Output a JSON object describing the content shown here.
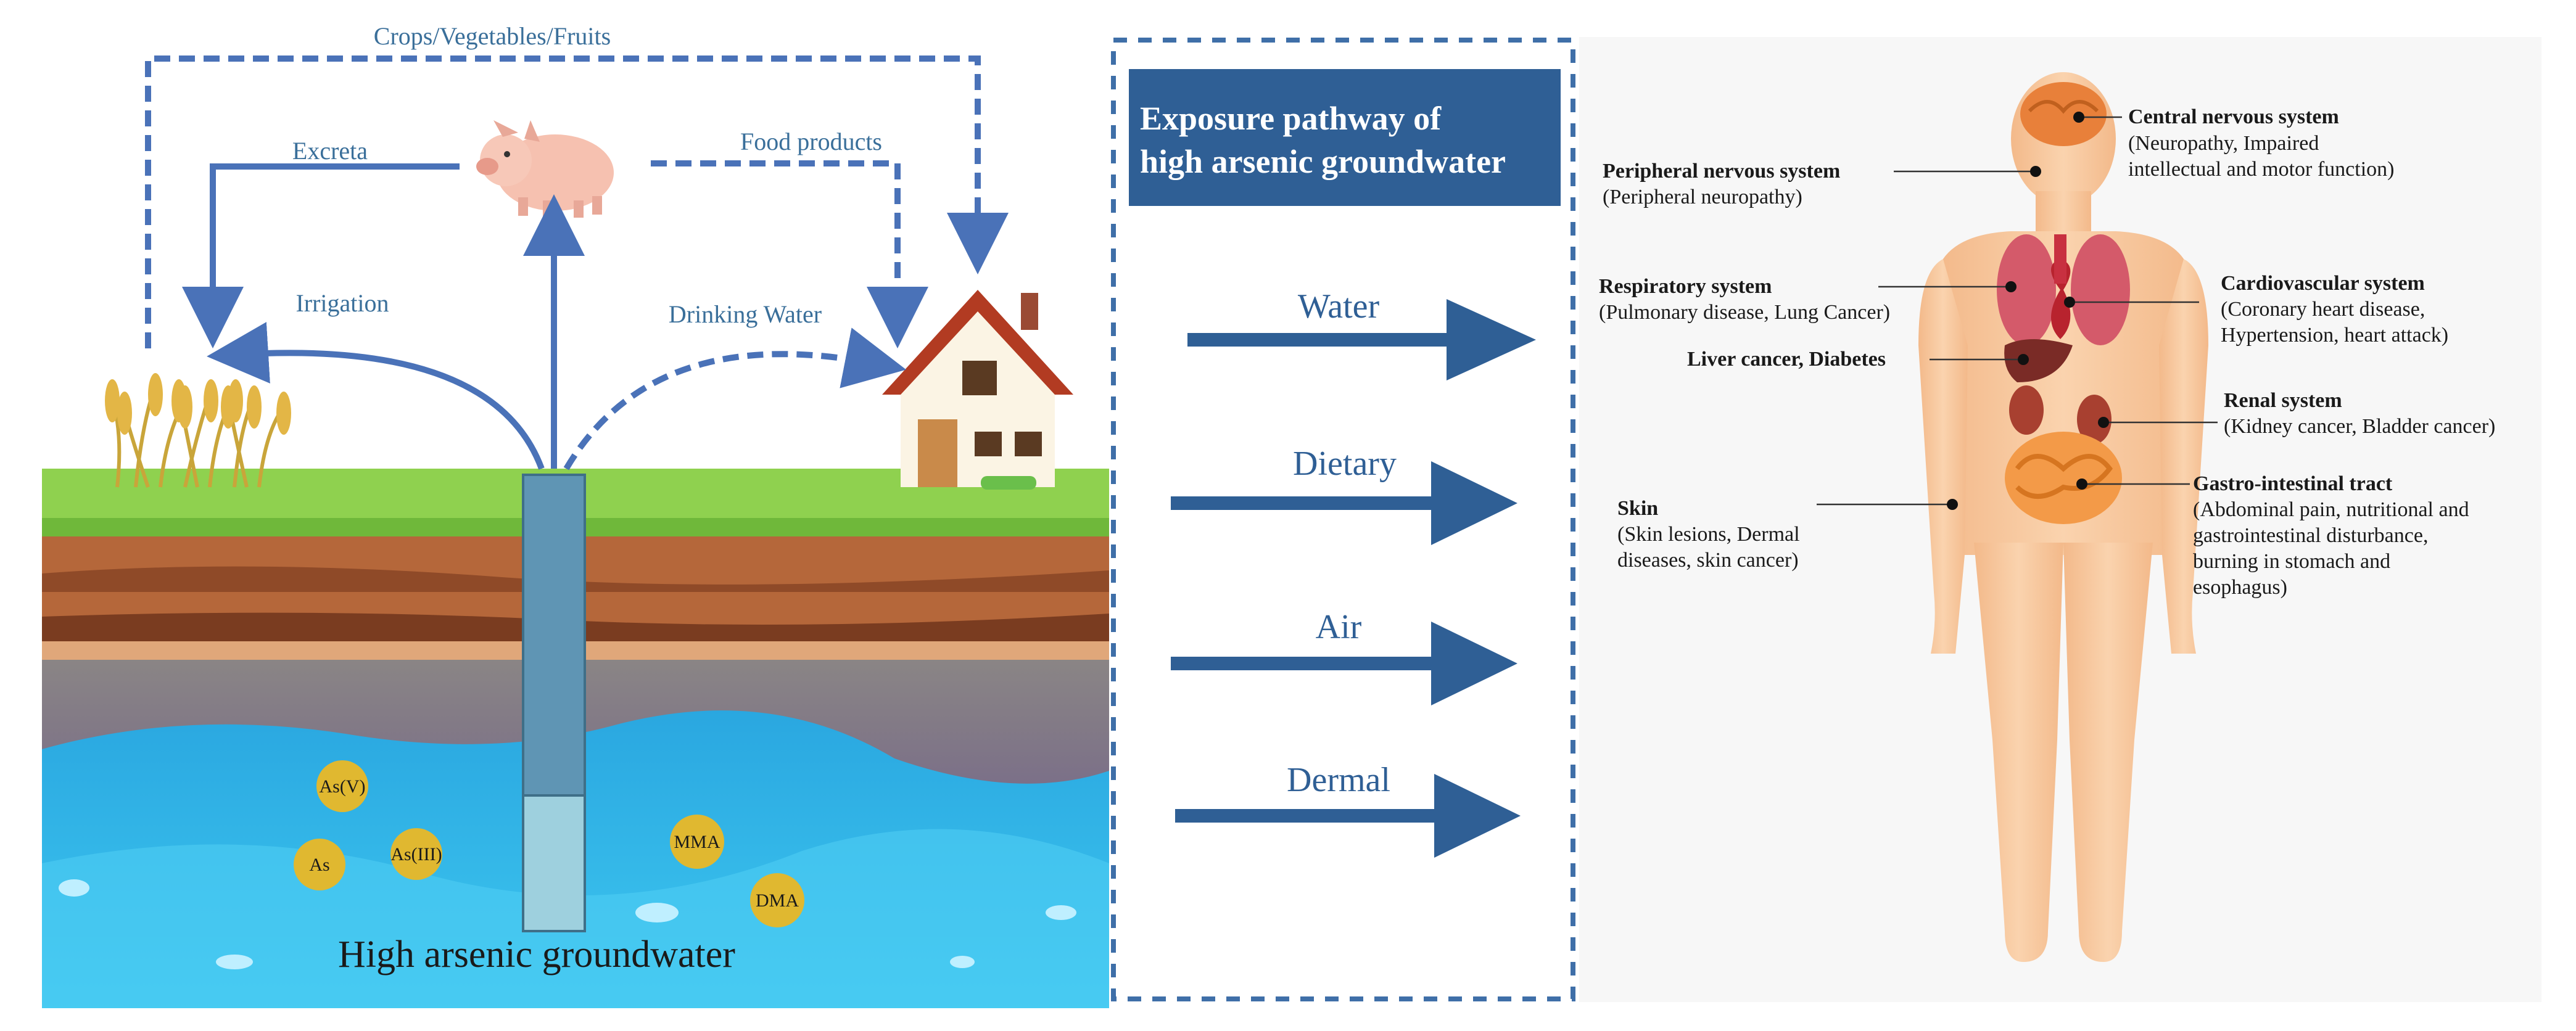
{
  "left_panel": {
    "crops_label": "Crops/Vegetables/Fruits",
    "excreta_label": "Excreta",
    "food_products_label": "Food products",
    "irrigation_label": "Irrigation",
    "drinking_water_label": "Drinking Water",
    "groundwater_label": "High arsenic groundwater",
    "species": [
      "As(V)",
      "As",
      "As(III)",
      "MMA",
      "DMA"
    ]
  },
  "middle_panel": {
    "title_line1": "Exposure pathway of",
    "title_line2": "high arsenic groundwater",
    "pathways": [
      "Water",
      "Dietary",
      "Air",
      "Dermal"
    ]
  },
  "right_panel": {
    "organs": [
      {
        "name": "Central nervous system",
        "detail1": "(Neuropathy, Impaired",
        "detail2": "intellectual and motor function)"
      },
      {
        "name": "Peripheral nervous system",
        "detail1": "(Peripheral neuropathy)"
      },
      {
        "name": "Respiratory system",
        "detail1": "(Pulmonary disease, Lung Cancer)"
      },
      {
        "name": "Cardiovascular system",
        "detail1": "(Coronary heart disease,",
        "detail2": "Hypertension, heart attack)"
      },
      {
        "name": "Liver cancer, Diabetes"
      },
      {
        "name": "Renal system",
        "detail1": "(Kidney cancer, Bladder cancer)"
      },
      {
        "name": "Skin",
        "detail1": "(Skin lesions, Dermal",
        "detail2": "diseases, skin cancer)"
      },
      {
        "name": "Gastro-intestinal tract",
        "detail1": "(Abdominal pain, nutritional and",
        "detail2": "gastrointestinal disturbance,",
        "detail3": "burning in stomach and",
        "detail4": "esophagus)"
      }
    ]
  },
  "colors": {
    "arrow_blue": "#4a72b8",
    "pathway_arrow": "#2f5f95",
    "title_box": "#2f5f95",
    "grass": "#8fd14f",
    "soil": "#b5673a",
    "water": "#29b6e8",
    "skin": "#f7c9a0",
    "species_coin": "#e0b830"
  }
}
